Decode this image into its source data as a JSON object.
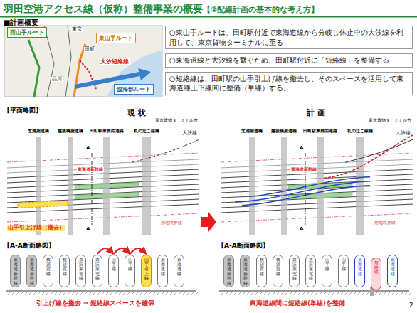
{
  "diagram": {
    "title": "羽田空港アクセス線（仮称）整備事業の概要",
    "nodes": [
      {
        "text": [
          "西山手ルート"
        ]
      },
      {
        "text": [
          "東山手ルート"
        ]
      },
      {
        "text": [
          "臨海部ルート"
        ]
      },
      {
        "text": [
          "○東山手ルートは、田町駅付近で東海道線から分岐し休止中の大汐線を利用して、東京貨物ターミナルに至る"
        ]
      },
      {
        "text": [
          "○東海道線と大汐線を繋ぐため、田町駅付近に「短絡線」を整備する"
        ]
      },
      {
        "text": [
          "○短絡線は、田町駅の山手引上げ線を撤去し、そのスペースを活用して東海道線上下線間に整備（単線）する。"
        ]
      },
      {
        "text": [
          "東海道新幹線"
        ]
      },
      {
        "text": [
          "東海道新幹線"
        ]
      },
      {
        "text": [
          "横須賀線"
        ]
      },
      {
        "text": [
          "横須賀線"
        ]
      },
      {
        "text": [
          "京浜東北線"
        ]
      },
      {
        "text": [
          "京浜東北線"
        ]
      },
      {
        "text": [
          "山手線"
        ]
      },
      {
        "text": [
          "山手線"
        ]
      },
      {
        "text": [
          "山手引上線"
        ]
      },
      {
        "text": [
          "東海道線"
        ]
      },
      {
        "text": [
          "東海道線"
        ]
      },
      {
        "text": [
          "東海道新幹線"
        ]
      },
      {
        "text": [
          "東海道新幹線"
        ]
      },
      {
        "text": [
          "横須賀線"
        ]
      },
      {
        "text": [
          "横須賀線"
        ]
      },
      {
        "text": [
          "京浜東北線"
        ]
      },
      {
        "text": [
          "京浜東北線"
        ]
      },
      {
        "text": [
          "山手線"
        ]
      },
      {
        "text": [
          "山手線"
        ]
      },
      {
        "text": [
          "東海道線"
        ]
      },
      {
        "text": [
          "短絡線"
        ]
      },
      {
        "text": [
          "東海道線"
        ]
      }
    ],
    "edges": [
      {
        "from": 11,
        "to": 12,
        "arrow": "to"
      },
      {
        "from": 12,
        "to": 13,
        "arrow": "to"
      },
      {
        "from": 13,
        "to": 14,
        "arrow": "to"
      }
    ],
    "labels": [
      "【②配線計画の基本的な考え方】",
      "■計画概要",
      "大汐短絡線",
      "田町",
      "品川",
      "東京",
      "【平面略図】",
      "現 状",
      "計 画",
      "芝浦架道橋",
      "越後橋架道橋",
      "田町駅東自由通路",
      "札の辻こ線橋",
      "東京貨物ターミナル方",
      "大汐線",
      "用地境界線",
      "東海道新幹線",
      "山手引上げ線（撤去）",
      "A",
      "A",
      "芝浦架道橋",
      "越後橋架道橋",
      "田町駅東自由通路",
      "札の辻こ線橋",
      "東京貨物ターミナル方",
      "大汐線",
      "用地境界線",
      "東海道新幹線",
      "A",
      "A",
      "【A-A断面略図】",
      "【A-A断面略図】",
      "引上げ線を撤去 ⇒ 短絡線スペースを確保",
      "東海道線間に短絡線(単線)を整備",
      "2"
    ]
  }
}
